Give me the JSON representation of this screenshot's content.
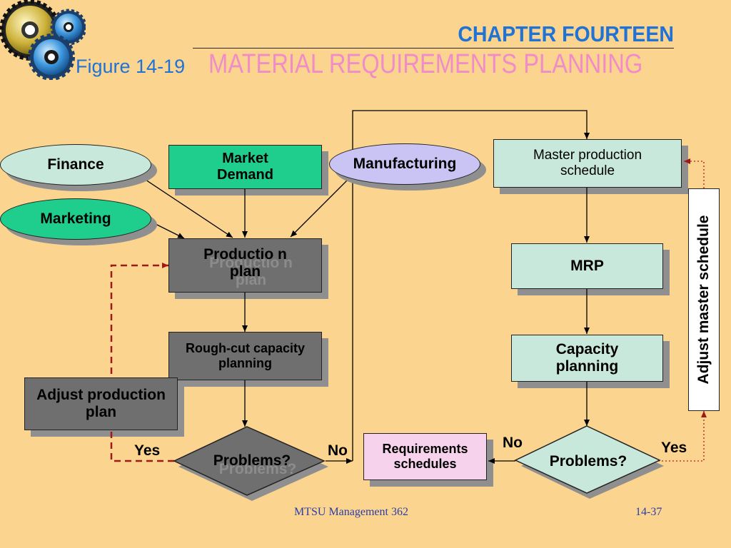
{
  "header": {
    "chapter": "CHAPTER FOURTEEN",
    "figure_label": "Figure 14-19",
    "title": "MATERIAL REQUIREMENTS PLANNING"
  },
  "logo": {
    "icon": "gears-icon"
  },
  "nodes": {
    "finance": "Finance",
    "marketing": "Marketing",
    "market_demand": "Market Demand",
    "manufacturing": "Manufacturing",
    "production_plan": "Productio n plan",
    "rough_cut": "Rough-cut capacity planning",
    "adjust_production_plan": "Adjust production plan",
    "problems_left": "Problems?",
    "requirements_schedules": "Requirements schedules",
    "problems_right": "Problems?",
    "master_production_schedule": "Master production schedule",
    "mrp": "MRP",
    "capacity_planning": "Capacity planning",
    "adjust_master_schedule": "Adjust master schedule"
  },
  "edge_labels": {
    "yes_left": "Yes",
    "no_left": "No",
    "no_right": "No",
    "yes_right": "Yes"
  },
  "footer": {
    "course": "MTSU Management 362",
    "page": "14-37"
  },
  "colors": {
    "background": "#fbd58f",
    "chapter_blue": "#1f72d6",
    "title_pink": "#f08cc8",
    "gray_box": "#6f6f6f",
    "mint_box": "#c8e8dc",
    "green_box": "#1fcd8d",
    "lavender_ellipse": "#c9c4f3",
    "pink_box": "#f7d2ec",
    "dashed_red": "#a01818"
  }
}
